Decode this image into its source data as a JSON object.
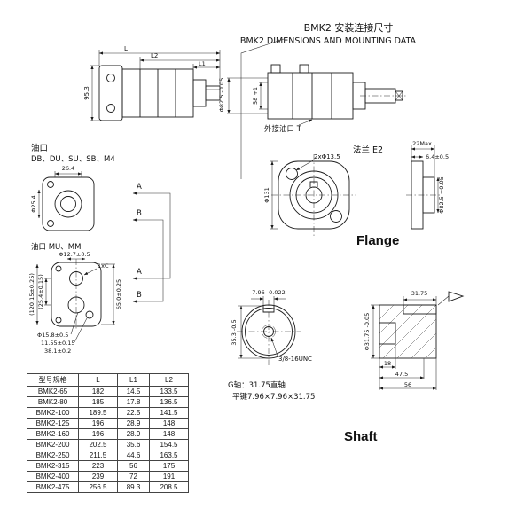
{
  "title": {
    "zh": "BMK2 安装连接尺寸",
    "en": "BMK2 DIMENSIONS AND MOUNTING DATA"
  },
  "side_view": {
    "dim_l": "L",
    "dim_l2": "L2",
    "dim_l1": "L1",
    "dim_height": "95.3",
    "dim_pilot": "Φ82.5 -0.05"
  },
  "rear_view": {
    "dim_width": "58 +1",
    "port_label": "外接油口 T"
  },
  "port_db": {
    "label_zh": "油口",
    "label_types": "DB、DU、SU、SB、M4",
    "dim_top": "26.4",
    "dim_left": "Φ25.4",
    "section_a": "A",
    "section_b": "B"
  },
  "port_mu": {
    "label": "油口 MU、MM",
    "dim_port": "Φ12.7±0.5",
    "dim_note": "1xC",
    "dim_left1": "(25.4±0.15)",
    "dim_left2": "(120.15±0.25)",
    "dim_bottom1": "Φ15.8±0.5",
    "dim_bottom2": "11.55±0.15",
    "dim_bottom3": "38.1±0.2",
    "dim_right": "65.0±0.25"
  },
  "flange": {
    "label": "法兰 E2",
    "dim_holes": "2xΦ13.5",
    "dim_bc": "Φ131",
    "dim_depth_max": "22Max.",
    "dim_depth": "6.4±0.5",
    "dim_pilot": "Φ82.5 +0.05",
    "caption": "Flange"
  },
  "shaft": {
    "dim_key_w": "7.96 -0.022",
    "dim_across": "35.3 -0.5",
    "thread": "3/8-16UNC",
    "dim_key_len": "31.75",
    "dim_dia": "Φ31.75 -0.05",
    "dim_18": "18",
    "dim_47_5": "47.5",
    "dim_56": "56",
    "note1": "G轴：31.75直轴",
    "note2": "平键7.96×7.96×31.75",
    "caption": "Shaft"
  },
  "table": {
    "headers": [
      "型号规格",
      "L",
      "L1",
      "L2"
    ],
    "rows": [
      [
        "BMK2-65",
        "182",
        "14.5",
        "133.5"
      ],
      [
        "BMK2-80",
        "185",
        "17.8",
        "136.5"
      ],
      [
        "BMK2-100",
        "189.5",
        "22.5",
        "141.5"
      ],
      [
        "BMK2-125",
        "196",
        "28.9",
        "148"
      ],
      [
        "BMK2-160",
        "196",
        "28.9",
        "148"
      ],
      [
        "BMK2-200",
        "202.5",
        "35.6",
        "154.5"
      ],
      [
        "BMK2-250",
        "211.5",
        "44.6",
        "163.5"
      ],
      [
        "BMK2-315",
        "223",
        "56",
        "175"
      ],
      [
        "BMK2-400",
        "239",
        "72",
        "191"
      ],
      [
        "BMK2-475",
        "256.5",
        "89.3",
        "208.5"
      ]
    ]
  }
}
